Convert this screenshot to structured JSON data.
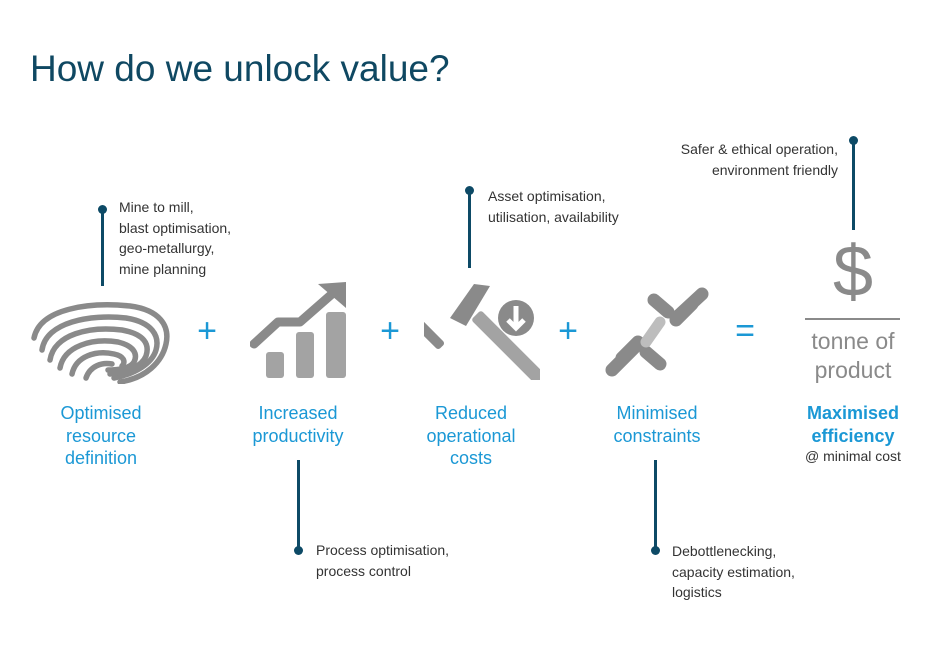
{
  "title": "How do we unlock value?",
  "callouts": {
    "resource": [
      "Mine to mill,",
      "blast optimisation,",
      "geo-metallurgy,",
      "mine planning"
    ],
    "productivity": [
      "Process optimisation,",
      "process control"
    ],
    "costs": [
      "Asset optimisation,",
      "utilisation, availability"
    ],
    "constraints": [
      "Debottlenecking,",
      "capacity estimation,",
      "logistics"
    ],
    "efficiency": [
      "Safer & ethical operation,",
      "environment friendly"
    ]
  },
  "labels": {
    "resource": [
      "Optimised",
      "resource",
      "definition"
    ],
    "productivity": [
      "Increased",
      "productivity"
    ],
    "costs": [
      "Reduced",
      "operational",
      "costs"
    ],
    "constraints": [
      "Minimised",
      "constraints"
    ],
    "efficiency": [
      "Maximised",
      "efficiency"
    ],
    "efficiency_sub": "@ minimal cost"
  },
  "operators": {
    "plus": "+",
    "equals": "="
  },
  "fraction": {
    "numerator": "$",
    "denominator": [
      "tonne of",
      "product"
    ]
  },
  "colors": {
    "title": "#0f4862",
    "accent": "#1b98d5",
    "callout_line": "#0d4a66",
    "icon": "#8a8a8a"
  }
}
